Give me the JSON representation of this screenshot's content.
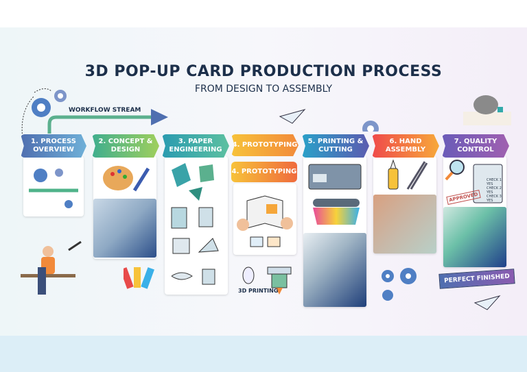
{
  "header": {
    "title": "3D POP-UP CARD PRODUCTION PROCESS",
    "subtitle": "FROM DESIGN TO ASSEMBLY",
    "workflow_label": "WORKFLOW STREAM"
  },
  "steps": [
    {
      "label": "1. PROCESS OVERVIEW",
      "color": "#4f7fc4"
    },
    {
      "label": "2. CONCEPT & DESIGN",
      "color": "#4fb38a"
    },
    {
      "label": "3. PAPER ENGINEERING",
      "color": "#2fa6b0"
    },
    {
      "label": "4. PROTOTYPING",
      "color": "#f5a63a"
    },
    {
      "label": "5. PRINTING & CUTTING",
      "color": "#3b7fc4"
    },
    {
      "label": "6. HAND ASSEMBLY",
      "color": "#ef6a3c"
    },
    {
      "label": "7. QUALITY CONTROL",
      "color": "#7a5bb0"
    }
  ],
  "prototyping_sub": "4. PROTOTYPING",
  "printing_3d_label": "3D PRINTING",
  "quality": {
    "stamp": "APPROVED",
    "checks": [
      "CHECK 1: YES",
      "CHECK 2: YES",
      "CHECK 3: YES"
    ]
  },
  "banner": "PERFECT FINISHED"
}
